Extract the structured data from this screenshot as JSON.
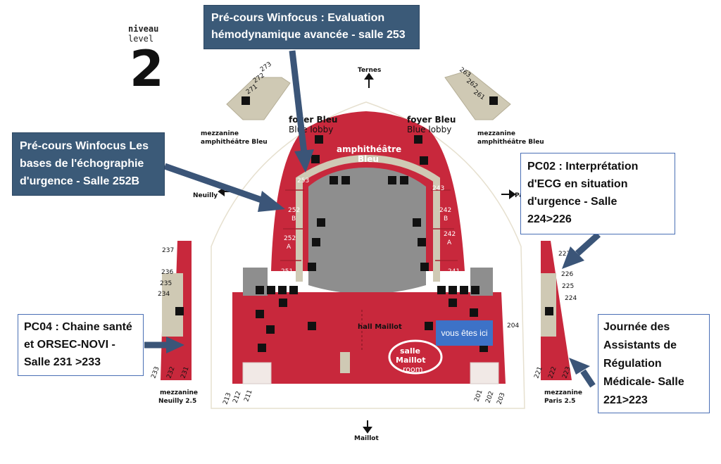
{
  "level": {
    "fr": "niveau",
    "en": "level",
    "number": "2"
  },
  "directions": {
    "ternes": "Ternes",
    "neuilly": "Neuilly",
    "paris": "Paris",
    "maillot": "Maillot"
  },
  "areas": {
    "foyer_left_fr": "foyer Bleu",
    "foyer_left_en": "Blue lobby",
    "foyer_right_fr": "foyer Bleu",
    "foyer_right_en": "Blue lobby",
    "amphi_line1": "amphithéâtre",
    "amphi_line2": "Bleu",
    "mezz_left_amphi_1": "mezzanine",
    "mezz_left_amphi_2": "amphithéâtre Bleu",
    "mezz_right_amphi_1": "mezzanine",
    "mezz_right_amphi_2": "amphithéâtre Bleu",
    "mezz_neuilly_1": "mezzanine",
    "mezz_neuilly_2": "Neuilly 2.5",
    "mezz_paris_1": "mezzanine",
    "mezz_paris_2": "Paris 2.5",
    "hall": "hall Maillot",
    "salle_1": "salle",
    "salle_2": "Maillot",
    "salle_3": "room"
  },
  "rooms": {
    "r273": "273",
    "r272": "272",
    "r271": "271",
    "r263": "263",
    "r262": "262",
    "r261": "261",
    "r253": "253",
    "r252b_n": "252",
    "r252b_l": "B",
    "r252a_n": "252",
    "r252a_l": "A",
    "r251": "251",
    "r243": "243",
    "r242b_n": "242",
    "r242b_l": "B",
    "r242a_n": "242",
    "r242a_l": "A",
    "r241": "241",
    "r237": "237",
    "r236": "236",
    "r235": "235",
    "r234": "234",
    "r233": "233",
    "r232": "232",
    "r231": "231",
    "r227": "227",
    "r226": "226",
    "r225": "225",
    "r224": "224",
    "r221": "221",
    "r222": "222",
    "r223": "223",
    "r213": "213",
    "r212": "212",
    "r211": "211",
    "r201": "201",
    "r202": "202",
    "r203": "203",
    "r204": "204"
  },
  "callouts": {
    "winfocus_253": [
      "Pré-cours Winfocus : Evaluation",
      "hémodynamique avancée - salle 253"
    ],
    "winfocus_252b": [
      "Pré-cours Winfocus Les",
      "bases de l'échographie",
      "d'urgence - Salle 252B"
    ],
    "pc02": [
      "PC02 : Interprétation",
      "d'ECG en situation",
      "d'urgence - Salle",
      "224>226"
    ],
    "pc04": [
      "PC04 : Chaine santé",
      "et ORSEC-NOVI -",
      "Salle 231 >233"
    ],
    "assistants": [
      "Journée des",
      "Assistants de",
      "Régulation",
      "Médicale- Salle",
      "221>223"
    ]
  },
  "you_are_here": "vous êtes ici",
  "colors": {
    "room_red": "#c8283c",
    "dark_red": "#a8202f",
    "gray_floor": "#8e8e8e",
    "beige": "#cfc9b4",
    "callout_dark": "#3b5a78",
    "you_blue": "#3d72c7",
    "arrow": "#3b5578"
  },
  "icons": [
    "elevator-icon",
    "stairs-icon",
    "wheelchair-icon",
    "restroom-icon",
    "escalator-icon",
    "cloakroom-icon"
  ]
}
